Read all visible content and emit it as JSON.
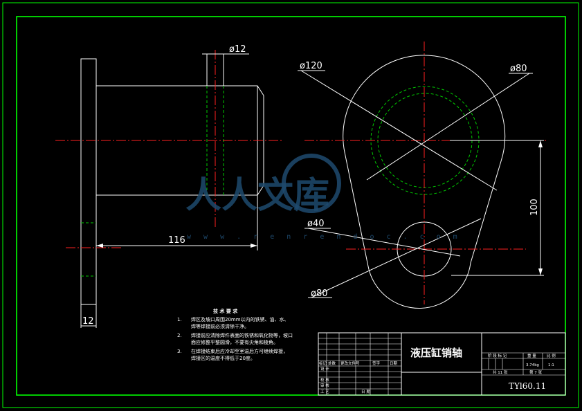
{
  "dimensions": {
    "pin_diameter": "ø12",
    "length": "116",
    "flange_thickness": "12",
    "outer_diameter": "ø120",
    "bore_diameter": "ø80",
    "hole_diameter": "ø40",
    "lower_boss": "ø80",
    "center_distance": "100"
  },
  "notes": {
    "heading": "技 术 要 求",
    "items": [
      {
        "num": "1.",
        "lines": [
          "焊区及坡口周围20mm以内的铁锈、油、水、",
          "焊等焊接前必须清除干净。"
        ]
      },
      {
        "num": "2.",
        "lines": [
          "焊接前应清除焊件表面的铁锈和氧化物等，坡口",
          "面应修整平整圆滑，不要有尖角和棱角。"
        ]
      },
      {
        "num": "3.",
        "lines": [
          "在焊接结束后应冷却至室温后方可继续焊接，",
          "焊接区的温度不得低于20度。"
        ]
      }
    ]
  },
  "title_block": {
    "part_name": "液压缸销轴",
    "drawing_no": "TYl60.11",
    "stage_label": "阶 段 标 记",
    "weight_label": "重 量",
    "scale_label": "比 例",
    "weight_value": "3.74kg",
    "scale_value": "1:1",
    "sheets_total": "共 11 张",
    "sheet_no": "第 7 张",
    "rev_headers": [
      "标记",
      "处数",
      "更改文件号",
      "签字",
      "日期"
    ],
    "roles": [
      "设 计",
      "校 核",
      "审 核",
      "工 艺"
    ],
    "date_label": "日 期"
  },
  "watermark": {
    "text": "人人文库",
    "url": "w w w . r e n r e n d o c . c o m"
  },
  "colors": {
    "background": "#000000",
    "frame": "#00ff00",
    "outline": "#ffffff",
    "centerline": "#ff0000",
    "hidden": "#00cc00",
    "watermark": "#1e4a6e"
  }
}
